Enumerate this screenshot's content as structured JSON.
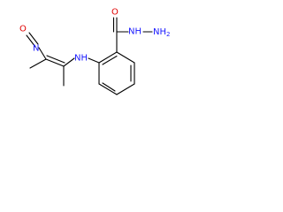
{
  "atoms": {
    "nitroso_O": {
      "text": "O",
      "color": "#e00000"
    },
    "nitroso_N": {
      "text": "N",
      "color": "#1a1aff"
    },
    "amine_NH": {
      "text": "NH",
      "color": "#1a1aff"
    },
    "carbonyl_O": {
      "text": "O",
      "color": "#e00000"
    },
    "hydrazide_NH": {
      "text": "NH",
      "color": "#1a1aff"
    },
    "terminal_NH2": {
      "text": "NH",
      "sub": "2",
      "color": "#1a1aff"
    }
  }
}
